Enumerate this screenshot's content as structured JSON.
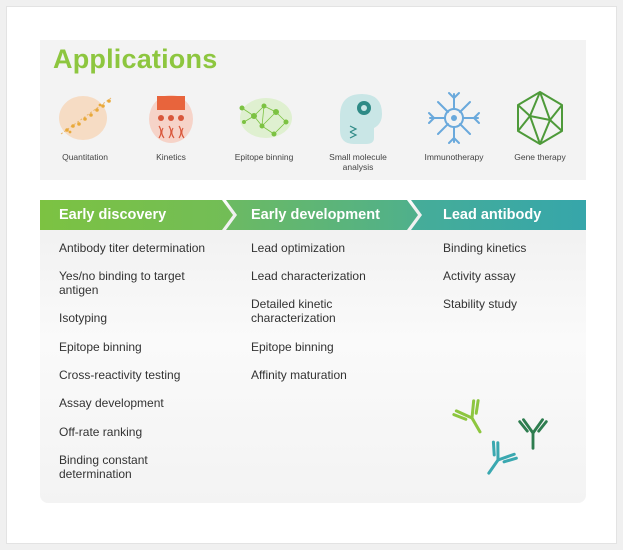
{
  "title": "Applications",
  "applications": [
    {
      "label": "Quantitation",
      "icon": "quantitation-icon"
    },
    {
      "label": "Kinetics",
      "icon": "kinetics-icon"
    },
    {
      "label": "Epitope binning",
      "icon": "epitope-binning-icon"
    },
    {
      "label": "Small molecule analysis",
      "icon": "small-molecule-icon"
    },
    {
      "label": "Immunotherapy",
      "icon": "immunotherapy-icon"
    },
    {
      "label": "Gene therapy",
      "icon": "gene-therapy-icon"
    }
  ],
  "stages": [
    {
      "label": "Early discovery",
      "color": "#7cc242",
      "items": [
        "Antibody titer determination",
        "Yes/no binding to target antigen",
        "Isotyping",
        "Epitope binning",
        "Cross-reactivity testing",
        "Assay development",
        "Off-rate ranking",
        "Binding constant determination"
      ]
    },
    {
      "label": "Early development",
      "color": "#4fb3a0",
      "items": [
        "Lead optimization",
        "Lead characterization",
        "Detailed kinetic characterization",
        "Epitope binning",
        "Affinity maturation"
      ]
    },
    {
      "label": "Lead antibody",
      "color": "#3aa8a6",
      "items": [
        "Binding kinetics",
        "Activity assay",
        "Stability study"
      ]
    }
  ],
  "colors": {
    "title_green": "#8dc63f",
    "antibody_lime": "#8dc63f",
    "antibody_dark_green": "#2e7d4f",
    "antibody_teal": "#3aa8b0"
  }
}
